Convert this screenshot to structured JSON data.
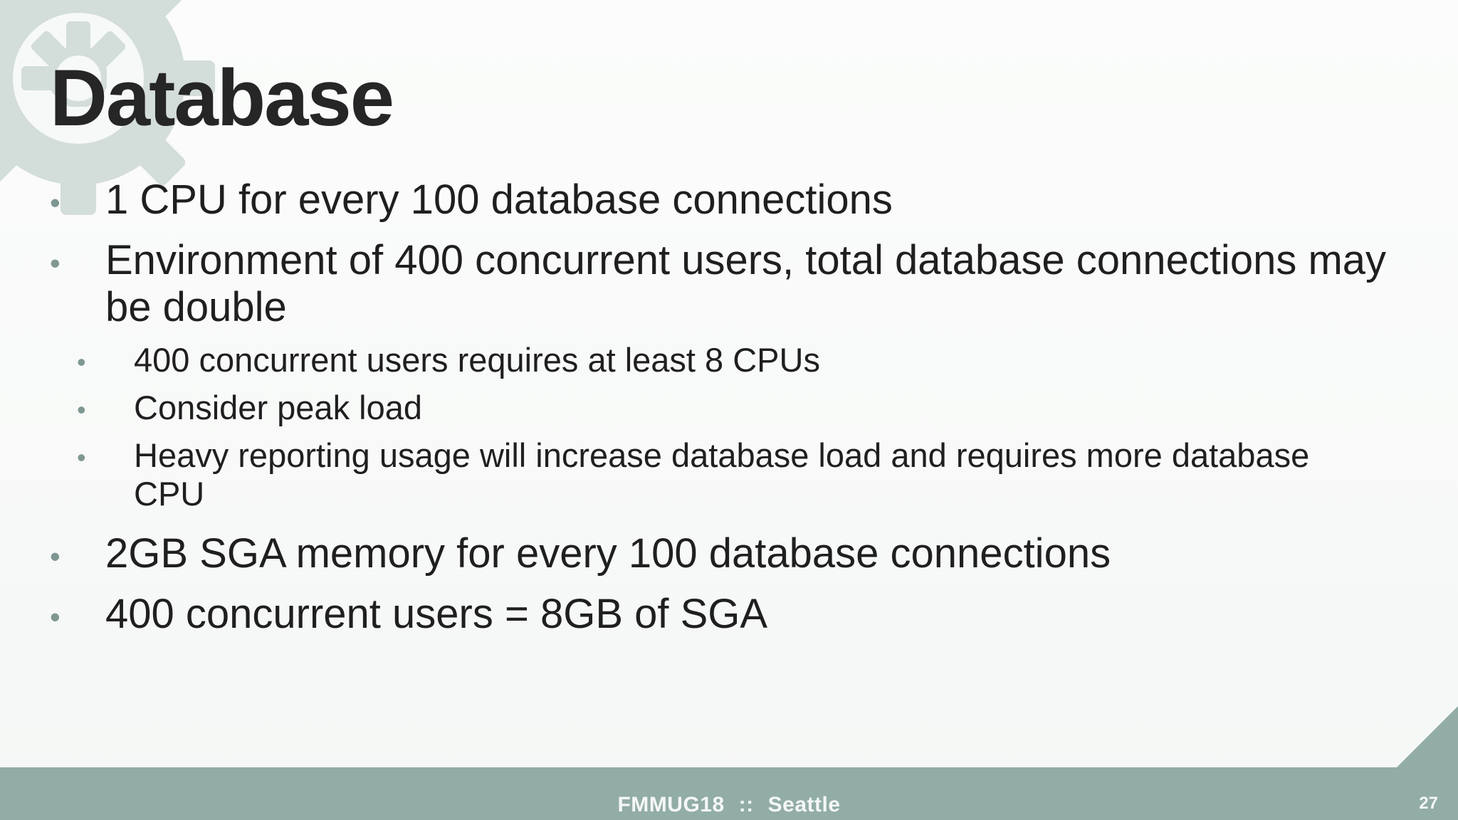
{
  "slide": {
    "title": "Database",
    "colors": {
      "accent": "#92aca6",
      "bullet": "#7f9792",
      "text": "#1f1f1f",
      "background": "#f6f8f7"
    },
    "bullets": [
      {
        "text": "1 CPU for every 100 database connections"
      },
      {
        "text": "Environment of 400 concurrent users, total database connections may be double",
        "sub": [
          "400 concurrent users requires at least 8 CPUs",
          "Consider peak load",
          "Heavy reporting usage will increase database load and requires more database CPU"
        ]
      },
      {
        "text": "2GB SGA memory for every 100 database connections"
      },
      {
        "text": "400 concurrent users = 8GB of SGA"
      }
    ],
    "footer": {
      "event": "FMMUG18",
      "separator": "::",
      "location": "Seattle",
      "page_number": "27"
    },
    "icons": {
      "background_logo": "gear-logo-icon",
      "bullet": "bullet-dot-icon",
      "corner": "corner-triangle-icon"
    }
  }
}
